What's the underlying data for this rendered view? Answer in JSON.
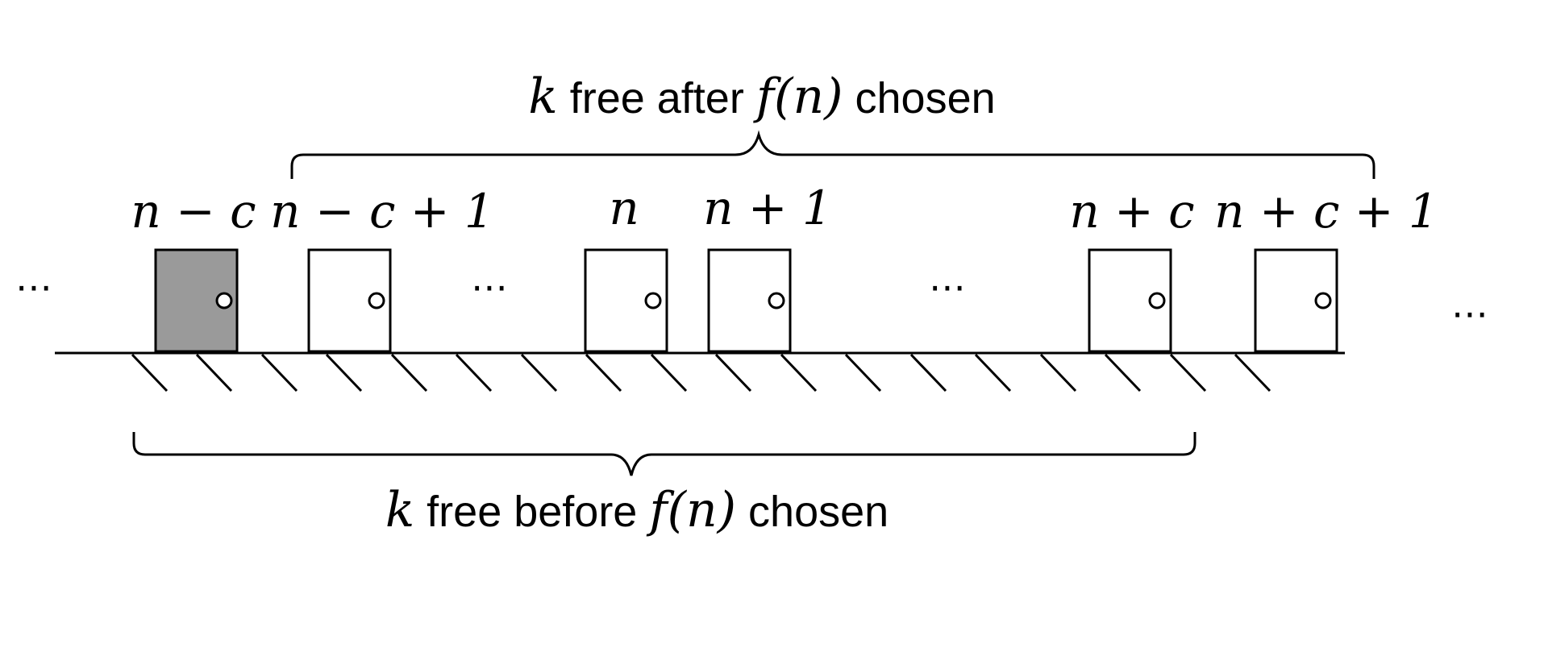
{
  "doors": [
    {
      "label": "n − c",
      "state": "occupied"
    },
    {
      "label": "n − c + 1",
      "state": "free"
    },
    {
      "label": "n",
      "state": "free"
    },
    {
      "label": "n + 1",
      "state": "free"
    },
    {
      "label": "n + c",
      "state": "free"
    },
    {
      "label": "n + c + 1",
      "state": "free"
    }
  ],
  "ellipsis": "⋯",
  "top_caption": {
    "k": "k",
    "text1": " free after ",
    "f": "f",
    "arg": "(n)",
    "text2": " chosen"
  },
  "bottom_caption": {
    "k": "k",
    "text1": " free before ",
    "f": "f",
    "arg": "(n)",
    "text2": " chosen"
  },
  "colors": {
    "occupied_fill": "#9a9a9a",
    "stroke": "#000000",
    "free_fill": "#ffffff"
  }
}
